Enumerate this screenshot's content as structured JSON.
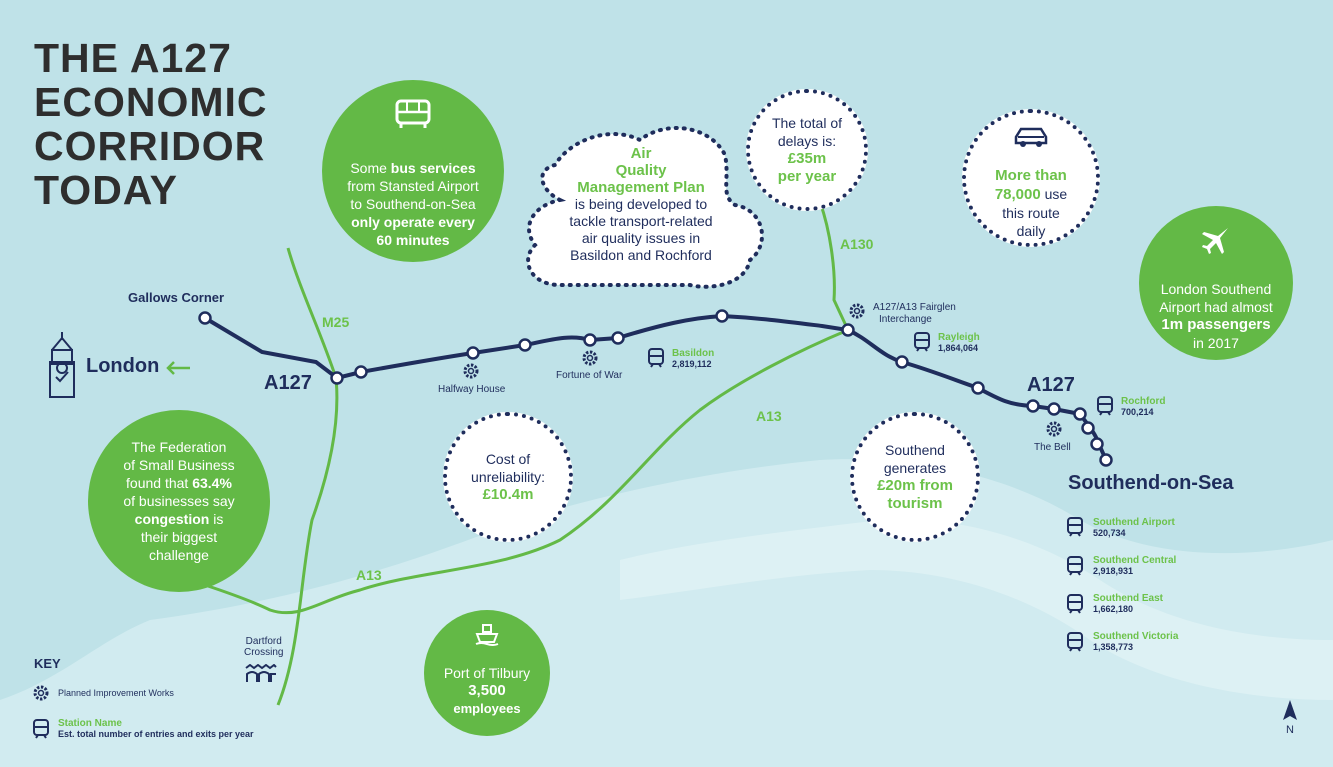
{
  "title": [
    "THE A127",
    "ECONOMIC",
    "CORRIDOR",
    "TODAY"
  ],
  "places": {
    "gallows_corner": "Gallows Corner",
    "london": "London",
    "southend_on_sea": "Southend-on-Sea",
    "dartford_l1": "Dartford",
    "dartford_l2": "Crossing",
    "halfway_house": "Halfway House",
    "fortune_of_war": "Fortune of War",
    "fairglen_l1": "A127/A13 Fairglen",
    "fairglen_l2": "Interchange",
    "the_bell": "The Bell"
  },
  "roads": {
    "m25": "M25",
    "a127_west": "A127",
    "a127_east": "A127",
    "a130": "A130",
    "a13_mid": "A13",
    "a13_south": "A13"
  },
  "stations": [
    {
      "name": "Basildon",
      "count": "2,819,112"
    },
    {
      "name": "Rayleigh",
      "count": "1,864,064"
    },
    {
      "name": "Rochford",
      "count": "700,214"
    },
    {
      "name": "Southend Airport",
      "count": "520,734"
    },
    {
      "name": "Southend Central",
      "count": "2,918,931"
    },
    {
      "name": "Southend East",
      "count": "1,662,180"
    },
    {
      "name": "Southend Victoria",
      "count": "1,358,773"
    }
  ],
  "bubbles": {
    "bus": {
      "pre": "Some ",
      "b1": "bus services",
      "mid": "from Stansted Airport",
      "mid2": "to Southend-on-Sea",
      "b2": "only operate every",
      "b3": "60 minutes"
    },
    "air": {
      "h1": "Air",
      "h2": "Quality",
      "h3": "Management Plan",
      "l1": "is being developed to",
      "l2": "tackle transport-related",
      "l3": "air quality issues in",
      "l4": "Basildon and Rochford"
    },
    "delays": {
      "l1": "The total of",
      "l2": "delays is:",
      "v1": "£35m",
      "v2": "per year"
    },
    "cars": {
      "g1": "More than",
      "g2": "78,000",
      "l2": " use",
      "l3": "this route",
      "l4": "daily"
    },
    "airport": {
      "l1": "London Southend",
      "l2": "Airport had almost",
      "b": "1m passengers",
      "l4": "in 2017"
    },
    "fsb": {
      "l1": "The Federation",
      "l2": "of Small Business",
      "l3": "found that ",
      "b1": "63.4%",
      "l4": "of businesses say",
      "b2": "congestion",
      "l5": " is",
      "l6": "their biggest",
      "l7": "challenge"
    },
    "unrel": {
      "l1": "Cost of",
      "l2": "unreliability:",
      "v": "£10.4m"
    },
    "tourism": {
      "l1": "Southend",
      "l2": "generates",
      "g1": "£20m from",
      "g2": "tourism"
    },
    "tilbury": {
      "l1": "Port of Tilbury",
      "b1": "3,500",
      "b2": "employees"
    }
  },
  "key": {
    "title": "KEY",
    "works": "Planned Improvement Works",
    "station": "Station Name",
    "station_desc": "Est. total number of entries and exits per year"
  },
  "north": "N",
  "colors": {
    "navy": "#1f2d5c",
    "green": "#63b946",
    "water": "#bfe2e8",
    "land": "#cce8ec"
  }
}
